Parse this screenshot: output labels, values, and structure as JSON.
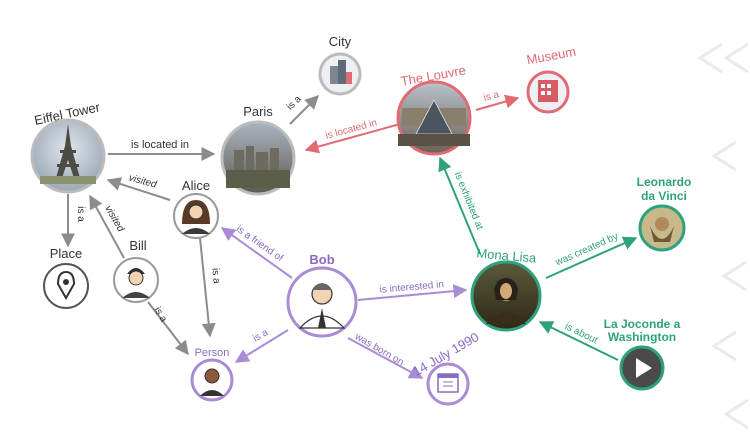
{
  "colors": {
    "gray": "#8c8c8c",
    "dark": "#333333",
    "red": "#e06b74",
    "purple": "#a98bd6",
    "green": "#2ea27b",
    "node_fill": "#ffffff"
  },
  "nodes": {
    "eiffel": {
      "label": "Eiffel Tower",
      "icon": "eiffel-tower-photo"
    },
    "paris": {
      "label": "Paris",
      "icon": "paris-city-photo"
    },
    "city": {
      "label": "City",
      "icon": "city-buildings-icon"
    },
    "louvre": {
      "label": "The Louvre",
      "icon": "louvre-pyramid-photo"
    },
    "museum": {
      "label": "Museum",
      "icon": "museum-building-icon"
    },
    "alice": {
      "label": "Alice",
      "icon": "woman-avatar-icon"
    },
    "bill": {
      "label": "Bill",
      "icon": "man-avatar-icon"
    },
    "place": {
      "label": "Place",
      "icon": "map-pin-icon"
    },
    "bob": {
      "label": "Bob",
      "icon": "businessman-avatar-icon"
    },
    "person": {
      "label": "Person",
      "icon": "person-avatar-icon"
    },
    "date": {
      "label": "14 July 1990",
      "icon": "calendar-icon"
    },
    "mona": {
      "label": "Mona Lisa",
      "icon": "mona-lisa-painting"
    },
    "leonardo": {
      "label_line1": "Leonardo",
      "label_line2": "da Vinci",
      "icon": "leonardo-portrait"
    },
    "joconde": {
      "label_line1": "La Joconde a",
      "label_line2": "Washington",
      "icon": "video-play-icon"
    }
  },
  "edges": {
    "eiffel_paris": "is located in",
    "paris_city": "is a",
    "louvre_paris": "is located in",
    "louvre_museum": "is a",
    "alice_eiffel": "visited",
    "bill_eiffel": "visited",
    "eiffel_place": "is a",
    "alice_person": "is a",
    "bill_person": "is a",
    "bob_alice": "is a friend of",
    "bob_mona": "is interested in",
    "bob_person": "is a",
    "bob_date": "was born on",
    "mona_louvre": "is exhibited at",
    "mona_leonardo": "was created by",
    "joconde_mona": "is about"
  }
}
